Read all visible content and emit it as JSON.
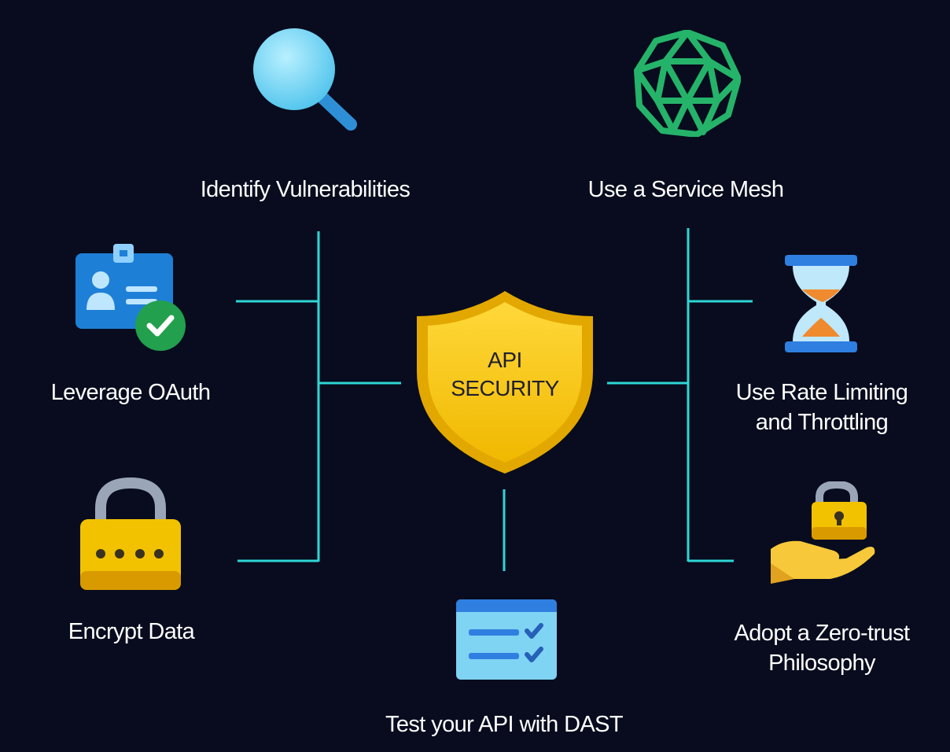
{
  "center": {
    "line1": "API",
    "line2": "SECURITY"
  },
  "items": [
    {
      "id": "identify",
      "lines": [
        "Identify Vulnerabilities"
      ],
      "icon": "magnifier-icon"
    },
    {
      "id": "mesh",
      "lines": [
        "Use a Service Mesh"
      ],
      "icon": "service-mesh-icon"
    },
    {
      "id": "oauth",
      "lines": [
        "Leverage OAuth"
      ],
      "icon": "id-card-check-icon"
    },
    {
      "id": "rate",
      "lines": [
        "Use Rate Limiting",
        "and Throttling"
      ],
      "icon": "hourglass-icon"
    },
    {
      "id": "encrypt",
      "lines": [
        "Encrypt Data"
      ],
      "icon": "padlock-icon"
    },
    {
      "id": "zerotrust",
      "lines": [
        "Adopt a Zero-trust",
        "Philosophy"
      ],
      "icon": "hand-lock-icon"
    },
    {
      "id": "dast",
      "lines": [
        "Test your API with DAST"
      ],
      "icon": "checklist-window-icon"
    }
  ],
  "colors": {
    "background": "#080c1e",
    "connector": "#2ed6d6",
    "shield": "#f7c500",
    "mesh": "#25b36a",
    "lens": "#7fd8f5",
    "card": "#1e7fd6",
    "check": "#22a04d",
    "lock": "#f2c200"
  }
}
